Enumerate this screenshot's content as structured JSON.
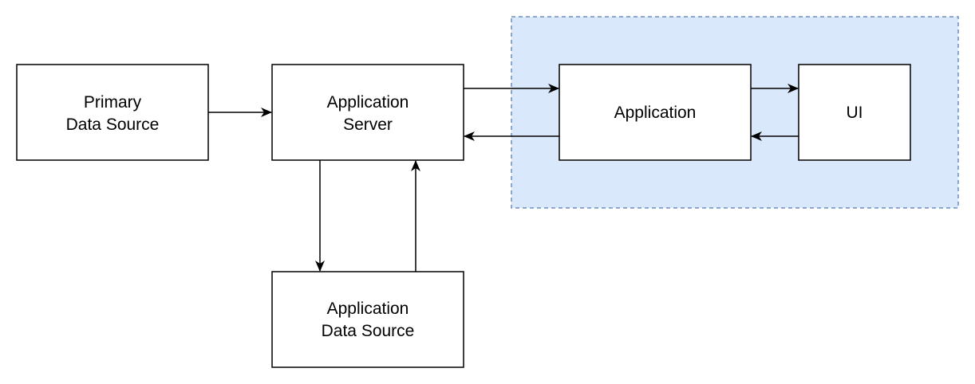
{
  "colors": {
    "background": "#ffffff",
    "box_fill": "#ffffff",
    "box_stroke": "#000000",
    "group_fill": "#dae8fc",
    "group_stroke": "#6c8ebf",
    "arrow": "#000000"
  },
  "nodes": {
    "primary_data_source": {
      "line1": "Primary",
      "line2": "Data Source"
    },
    "application_server": {
      "line1": "Application",
      "line2": "Server"
    },
    "application": {
      "label": "Application"
    },
    "ui": {
      "label": "UI"
    },
    "application_data_source": {
      "line1": "Application",
      "line2": "Data Source"
    }
  }
}
